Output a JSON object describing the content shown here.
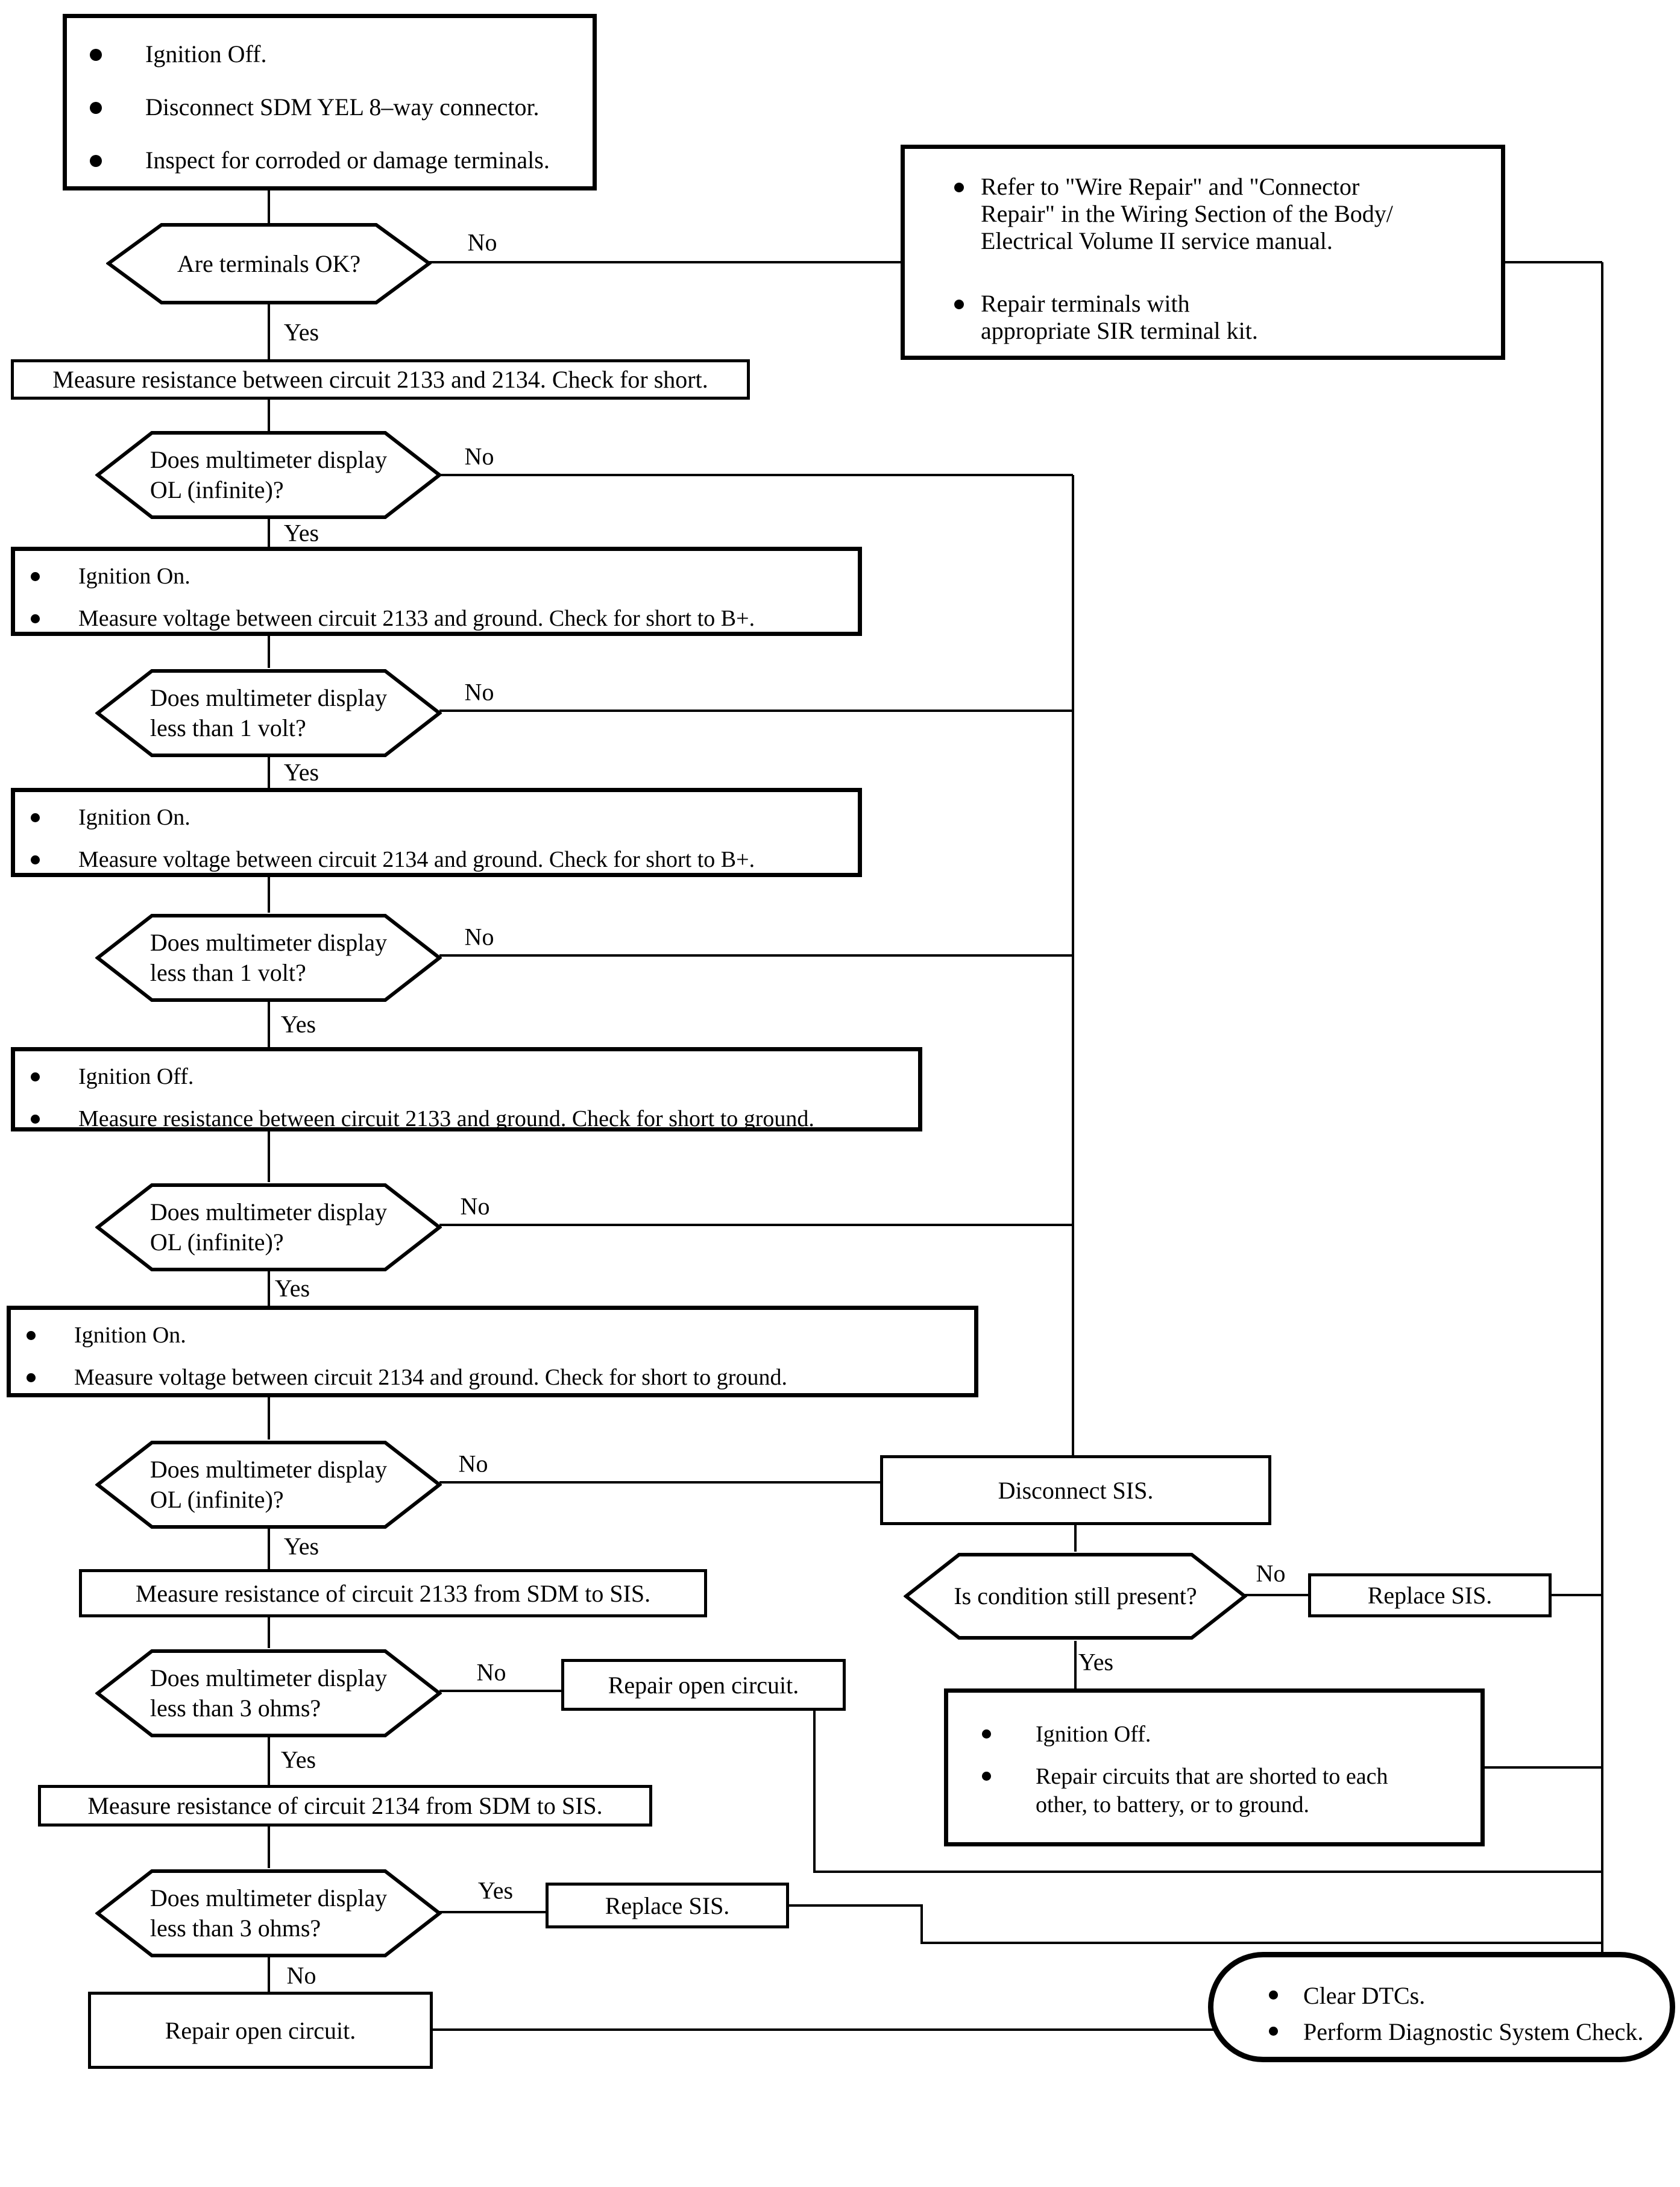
{
  "edge_labels": {
    "yes": "Yes",
    "no": "No"
  },
  "nodes": {
    "start": {
      "items": [
        "Ignition Off.",
        "Disconnect SDM YEL 8–way connector.",
        "Inspect for corroded or damage terminals."
      ]
    },
    "q_terminals_ok": {
      "text": "Are terminals OK?"
    },
    "repair_terminals": {
      "item1_lines": [
        "Refer to \"Wire Repair\" and \"Connector",
        "Repair\" in the Wiring Section of the Body/",
        "Electrical Volume II service manual."
      ],
      "item2_lines": [
        "Repair terminals with",
        "appropriate SIR terminal kit."
      ]
    },
    "measure_2133_2134": {
      "text": "Measure resistance between circuit 2133 and 2134.  Check for short."
    },
    "q_ol_1": {
      "line1": "Does multimeter display",
      "line2": "OL (infinite)?"
    },
    "ign_on_2133_bplus": {
      "items": [
        "Ignition On.",
        "Measure voltage between circuit 2133 and ground.  Check for short to B+."
      ]
    },
    "q_volt_1": {
      "line1": "Does multimeter display",
      "line2": "less than 1 volt?"
    },
    "ign_on_2134_bplus": {
      "items": [
        "Ignition On.",
        "Measure voltage between circuit 2134 and ground.  Check for short to B+."
      ]
    },
    "q_volt_2": {
      "line1": "Does multimeter display",
      "line2": "less than 1 volt?"
    },
    "ign_off_2133_ground": {
      "items": [
        "Ignition Off.",
        "Measure resistance between circuit 2133 and ground.  Check for short to ground."
      ]
    },
    "q_ol_2": {
      "line1": "Does multimeter display",
      "line2": "OL (infinite)?"
    },
    "ign_on_2134_ground": {
      "items": [
        "Ignition On.",
        "Measure voltage between circuit 2134 and ground.  Check for short to ground."
      ]
    },
    "q_ol_3": {
      "line1": "Does multimeter display",
      "line2": "OL (infinite)?"
    },
    "disconnect_sis": {
      "text": "Disconnect SIS."
    },
    "q_condition_present": {
      "text": "Is condition still present?"
    },
    "replace_sis_1": {
      "text": "Replace SIS."
    },
    "repair_shorted": {
      "items": [
        "Ignition Off.",
        "Repair circuits that are shorted to each other, to battery, or to ground."
      ]
    },
    "measure_2133_sdm_sis": {
      "text": "Measure resistance of circuit 2133 from  SDM to SIS."
    },
    "q_ohms_1": {
      "line1": "Does multimeter display",
      "line2": "less than 3 ohms?"
    },
    "repair_open_1": {
      "text": "Repair open circuit."
    },
    "measure_2134_sdm_sis": {
      "text": "Measure resistance of circuit 2134 from SDM to SIS."
    },
    "q_ohms_2": {
      "line1": "Does multimeter display",
      "line2": "less than 3 ohms?"
    },
    "replace_sis_2": {
      "text": "Replace SIS."
    },
    "repair_open_2": {
      "text": "Repair open circuit."
    },
    "end": {
      "items": [
        "Clear DTCs.",
        "Perform Diagnostic System Check."
      ]
    }
  }
}
